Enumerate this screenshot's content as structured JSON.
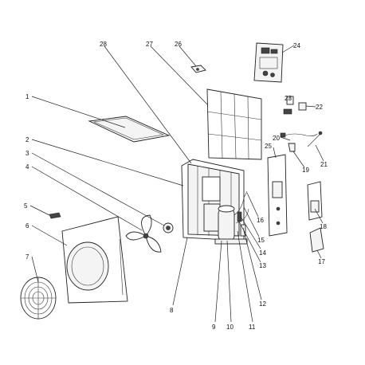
{
  "diagram": {
    "labels": [
      "1",
      "2",
      "3",
      "4",
      "5",
      "6",
      "7",
      "8",
      "9",
      "10",
      "11",
      "12",
      "13",
      "14",
      "15",
      "16",
      "17",
      "18",
      "19",
      "20",
      "21",
      "22",
      "23",
      "24",
      "25",
      "26",
      "27",
      "28"
    ]
  }
}
